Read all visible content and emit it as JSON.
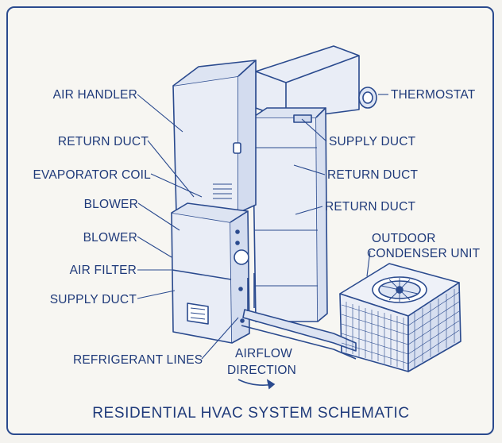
{
  "labels": {
    "air_handler": "AIR HANDLER",
    "return_duct_left": "RETURN DUCT",
    "evaporator_coil": "EVAPORATOR COIL",
    "blower_1": "BLOWER",
    "blower_2": "BLOWER",
    "air_filter": "AIR FILTER",
    "supply_duct_left": "SUPPLY DUCT",
    "refrigerant_lines": "REFRIGERANT LINES",
    "airflow_line1": "AIRFLOW",
    "airflow_line2": "DIRECTION",
    "thermostat": "THERMOSTAT",
    "supply_duct_right": "SUPPLY DUCT",
    "return_duct_right_1": "RETURN DUCT",
    "return_duct_right_2": "RETURN DUCT",
    "outdoor_line1": "OUTDOOR",
    "outdoor_line2": "CONDENSER UNIT"
  },
  "title": "RESIDENTIAL HVAC SYSTEM SCHEMATIC",
  "colors": {
    "ink": "#1f3a7a",
    "line": "#2a4a8e",
    "fill": "#e9edf6",
    "background": "#f4f3ef"
  }
}
